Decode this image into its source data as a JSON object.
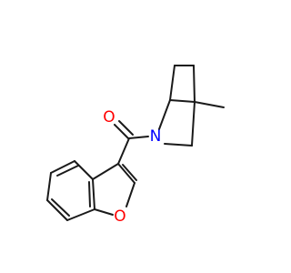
{
  "molecule": {
    "atoms": [
      {
        "id": "O1",
        "symbol": "O"
      },
      {
        "id": "N1",
        "symbol": "N"
      },
      {
        "id": "O2",
        "symbol": "O"
      }
    ]
  },
  "colors": {
    "bond": "#1a1a1a",
    "oxygen": "#ff0000",
    "nitrogen": "#0000ff",
    "background": "#ffffff"
  }
}
